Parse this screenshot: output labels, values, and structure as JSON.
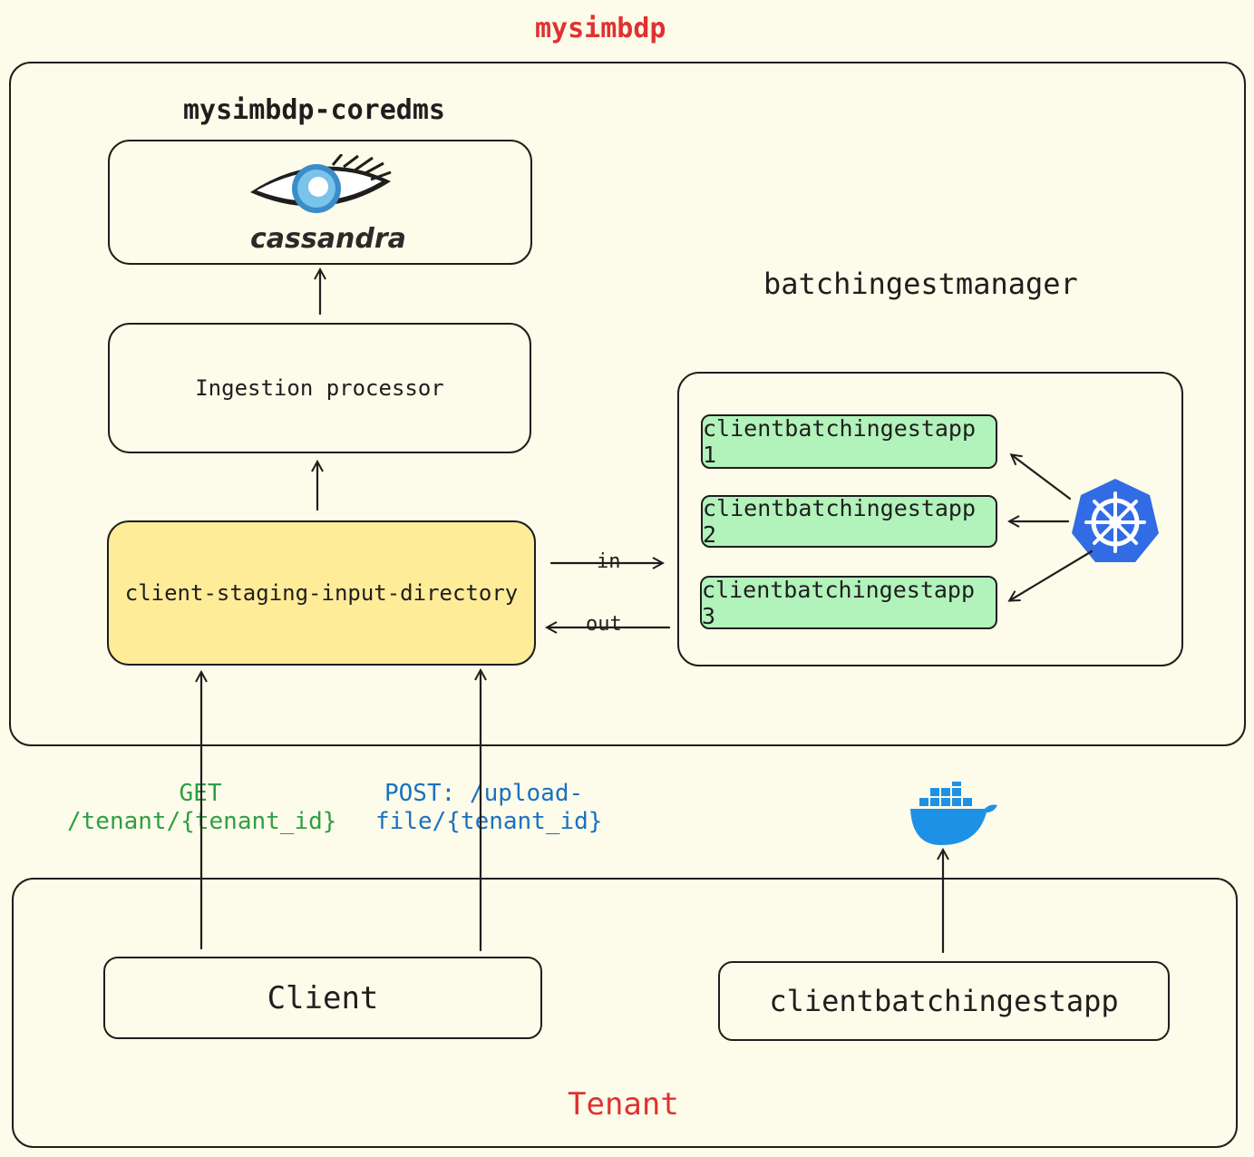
{
  "title": "mysimbdp",
  "coredms": {
    "label": "mysimbdp-coredms",
    "logo_text": "cassandra"
  },
  "processor": {
    "label": "Ingestion processor"
  },
  "staging": {
    "label": "client-staging-input-directory"
  },
  "manager": {
    "label": "batchingestmanager",
    "apps": [
      "clientbatchingestapp 1",
      "clientbatchingestapp 2",
      "clientbatchingestapp 3"
    ]
  },
  "flow": {
    "in_label": "in",
    "out_label": "out"
  },
  "api": {
    "get_line1": "GET",
    "get_line2": "/tenant/{tenant_id}",
    "post_line1": "POST: /upload-",
    "post_line2": "file/{tenant_id}"
  },
  "tenant": {
    "label": "Tenant",
    "client_label": "Client",
    "app_label": "clientbatchingestapp"
  },
  "icons": {
    "cassandra": "cassandra-eye-icon",
    "kubernetes": "kubernetes-helm-icon",
    "docker": "docker-whale-icon"
  },
  "colors": {
    "background": "#fdfbe9",
    "title_red": "#e03131",
    "get_green": "#2f9e44",
    "post_blue": "#1971c2",
    "staging_fill": "#ffec99",
    "app_fill": "#b2f2bb",
    "k8s_blue": "#326ce5",
    "docker_blue": "#1d91e6"
  }
}
